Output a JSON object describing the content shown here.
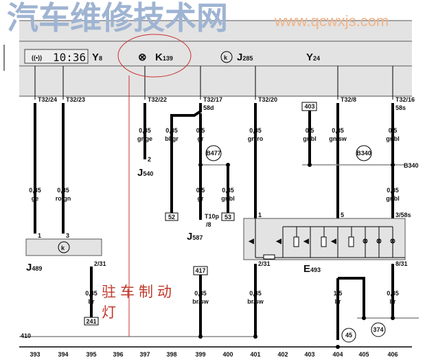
{
  "header": {
    "clock_display": "10:36",
    "components": [
      {
        "code": "Y",
        "sub": "8"
      },
      {
        "code": "K",
        "sub": "139"
      },
      {
        "code": "J",
        "sub": "285"
      },
      {
        "code": "Y",
        "sub": "24"
      }
    ]
  },
  "pins": [
    "T32/24",
    "T32/23",
    "T32/22",
    "T32/17",
    "58d",
    "T32/20",
    "T32/8",
    "T32/16",
    "58s"
  ],
  "wires": {
    "w1": [
      "0,35",
      "ge"
    ],
    "w2": [
      "0,35",
      "ro/gn"
    ],
    "w3": [
      "0,35",
      "gr/ge"
    ],
    "w4": [
      "0,35",
      "bl/gr"
    ],
    "w5": [
      "0,5",
      "gr"
    ],
    "w6": [
      "0,5",
      "gr"
    ],
    "w7": [
      "0,35",
      "gr/bl"
    ],
    "w8": [
      "0,35",
      "gn/ro"
    ],
    "w9": [
      "0,5",
      "gr/bl"
    ],
    "w10": [
      "0,35",
      "gn/sw"
    ],
    "w11": [
      "0,5",
      "gr/bl"
    ],
    "w12": [
      "0,35",
      "gr/bl"
    ],
    "w13": [
      "0,35",
      "br"
    ],
    "w14": [
      "0,35",
      "br/sw"
    ],
    "w15": [
      "0,35",
      "br/sw"
    ],
    "w16": [
      "1,5",
      "br"
    ],
    "w17": [
      "0,35",
      "br"
    ]
  },
  "boxes": [
    "403",
    "52",
    "53",
    "417",
    "241"
  ],
  "circles": [
    "B477",
    "B340",
    "45",
    "374"
  ],
  "labels": {
    "b340_line": "B340",
    "j540": {
      "code": "J",
      "sub": "540",
      "pin": "2"
    },
    "j587": {
      "code": "J",
      "sub": "587",
      "pin1": "T10p",
      "pin2": "/8"
    },
    "j489": {
      "code": "J",
      "sub": "489",
      "pin_a": "1",
      "pin_b": "3",
      "pin_out": "2/31"
    },
    "e493": {
      "code": "E",
      "sub": "493",
      "pin_1": "1",
      "pin_5": "5",
      "pin_3": "3/58s",
      "pin_out": "2/31",
      "pin_out2": "8/31"
    },
    "ground_410": "410"
  },
  "annotation": {
    "line1": "驻车制动",
    "line2": "灯"
  },
  "columns": [
    "393",
    "394",
    "395",
    "396",
    "397",
    "398",
    "399",
    "400",
    "401",
    "402",
    "403",
    "404",
    "405",
    "406"
  ],
  "watermark": {
    "text": "汽车维修技术网",
    "url": "www.qcwxjs.com"
  }
}
